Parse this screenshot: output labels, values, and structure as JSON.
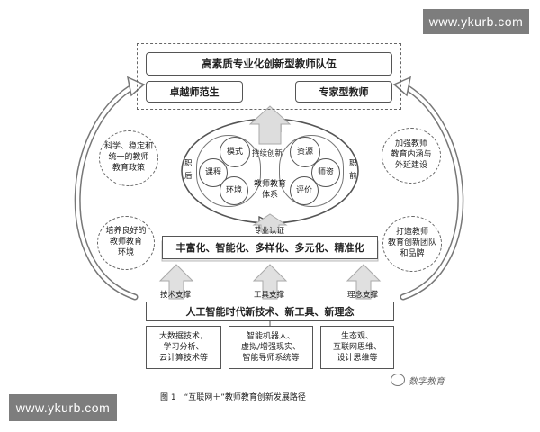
{
  "watermark": "www.ykurb.com",
  "top": {
    "title": "高素质专业化创新型教师队伍",
    "left": "卓越师范生",
    "right": "专家型教师"
  },
  "cycle": {
    "center": "教师教育\n体系",
    "top_label": "持续创新",
    "bottom_label": "专业认证",
    "left_side": "职\n后",
    "right_side": "职\n前",
    "left_circles": [
      "模式",
      "课程",
      "环境"
    ],
    "right_circles": [
      "资源",
      "师资",
      "评价"
    ]
  },
  "side_ovals": {
    "left_top": "科学、稳定和\n统一的教师\n教育政策",
    "left_bottom": "培养良好的\n教师教育\n环境",
    "right_top": "加强教师\n教育内涵与\n外延建设",
    "right_bottom": "打造教师\n教育创新团队\n和品牌"
  },
  "middle_bar": "丰富化、智能化、多样化、多元化、精准化",
  "supports": [
    "技术支撑",
    "工具支撑",
    "理念支撑"
  ],
  "bottom_bar": "人工智能时代新技术、新工具、新理念",
  "bottom_boxes": [
    "大数据技术，\n学习分析、\n云计算技术等",
    "智能机器人、\n虚拟/增强现实、\n智能导师系统等",
    "生态观、\n互联网思维、\n设计思维等"
  ],
  "logo_text": "数字教育",
  "caption": "图 1　“互联网＋”教师教育创新发展路径"
}
